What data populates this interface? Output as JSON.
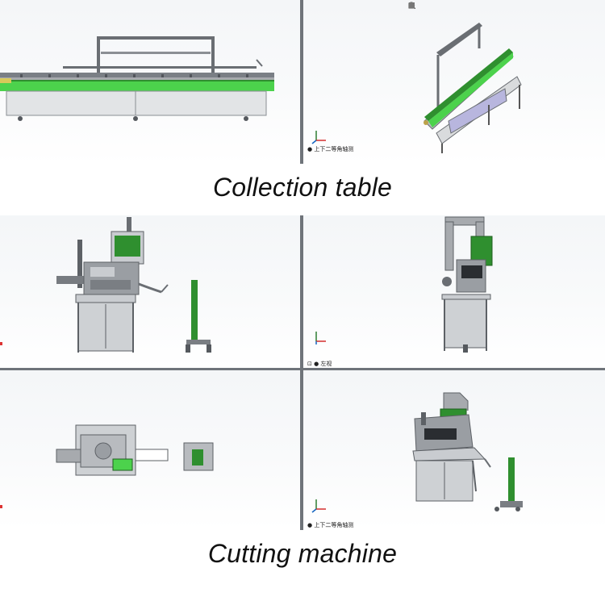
{
  "captions": {
    "top": "Collection table",
    "bottom": "Cutting machine"
  },
  "view_labels": {
    "pane2": "● 上下二等角轴测",
    "pane4": "⊡ ● 左视",
    "pane6": "● 上下二等角轴测"
  },
  "toolbar": {
    "icons": [
      "zoom-fit-icon",
      "zoom-area-icon",
      "previous-view-icon",
      "section-view-icon",
      "view-orientation-icon",
      "display-style-icon",
      "hide-show-icon",
      "edit-appearance-icon",
      "apply-scene-icon",
      "view-settings-icon"
    ]
  },
  "colors": {
    "frame": "#5d6166",
    "green": "#2f8f2f",
    "light_green": "#4cd24c",
    "panel": "#c9ccd0",
    "axis_x": "#d32f2f",
    "axis_y": "#2e7d32",
    "axis_z": "#1565c0"
  }
}
